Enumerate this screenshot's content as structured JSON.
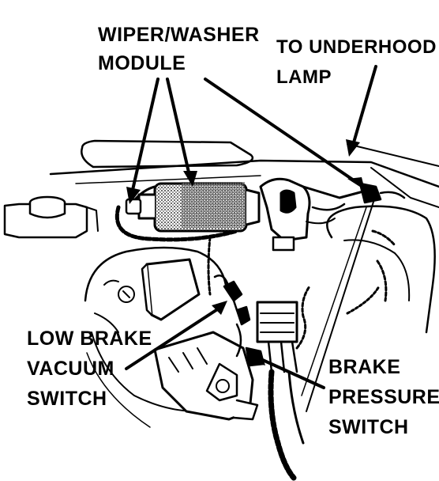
{
  "diagram": {
    "labels": {
      "wiper_washer_line1": "WIPER/WASHER",
      "wiper_washer_line2": "MODULE",
      "underhood_line1": "TO UNDERHOOD",
      "underhood_line2": "LAMP",
      "low_brake_line1": "LOW BRAKE",
      "low_brake_line2": "VACUUM",
      "low_brake_line3": "SWITCH",
      "brake_pressure_line1": "BRAKE",
      "brake_pressure_line2": "PRESSURE",
      "brake_pressure_line3": "SWITCH"
    }
  },
  "colors": {
    "ink": "#000000",
    "paper": "#ffffff",
    "shade": "#7a7a7a"
  }
}
